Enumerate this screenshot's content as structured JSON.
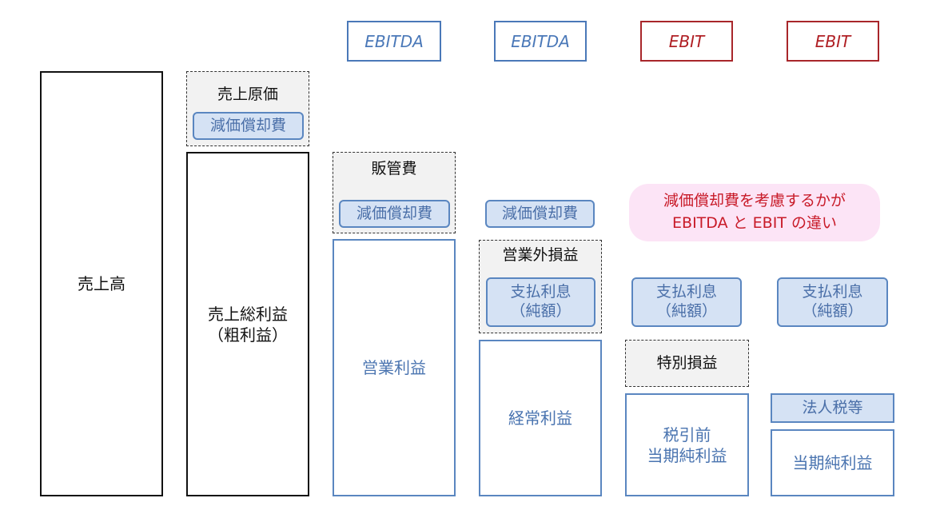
{
  "headers": {
    "col3": "EBITDA",
    "col4": "EBITDA",
    "col5": "EBIT",
    "col6": "EBIT"
  },
  "col1": {
    "sales": "売上高"
  },
  "col2": {
    "cost_of_sales": "売上原価",
    "depreciation": "減価償却費",
    "gross_profit_line1": "売上総利益",
    "gross_profit_line2": "（粗利益）"
  },
  "col3": {
    "sga": "販管費",
    "depreciation": "減価償却費",
    "operating_profit": "営業利益"
  },
  "col4": {
    "depreciation": "減価償却費",
    "non_operating": "営業外損益",
    "interest_line1": "支払利息",
    "interest_line2": "（純額）",
    "ordinary_profit": "経常利益"
  },
  "col5": {
    "interest_line1": "支払利息",
    "interest_line2": "（純額）",
    "extraordinary": "特別損益",
    "pretax_line1": "税引前",
    "pretax_line2": "当期純利益"
  },
  "col6": {
    "interest_line1": "支払利息",
    "interest_line2": "（純額）",
    "taxes": "法人税等",
    "net_income": "当期純利益"
  },
  "note": {
    "line1": "減価償却費を考慮するかが",
    "line2": "EBITDA と EBIT の違い"
  },
  "colors": {
    "ebitda_blue": "#4a78b8",
    "ebit_red": "#b02025",
    "pill_fill": "#d5e2f4",
    "note_fill": "#fce4f6",
    "note_text": "#c81a28"
  }
}
